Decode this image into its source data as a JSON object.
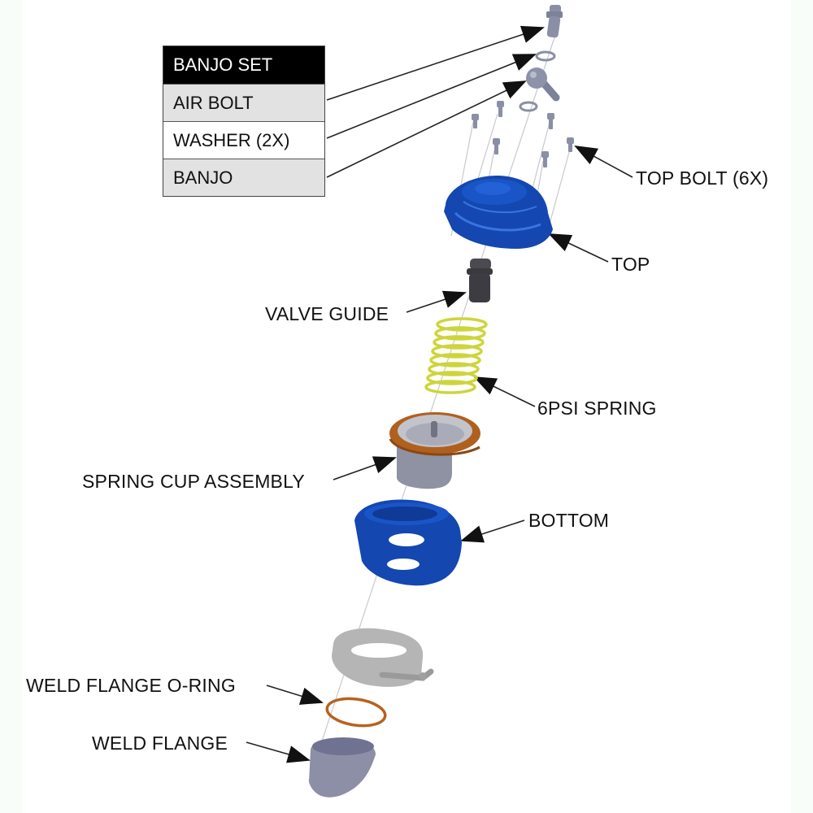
{
  "diagram": {
    "title": "Blow-off valve exploded view",
    "legend": {
      "header": "BANJO SET",
      "items": [
        {
          "label": "AIR BOLT"
        },
        {
          "label": "WASHER (2X)"
        },
        {
          "label": "BANJO"
        }
      ]
    },
    "callouts": {
      "top_bolt": "TOP BOLT (6X)",
      "top": "TOP",
      "valve_guide": "VALVE GUIDE",
      "spring": "6PSI SPRING",
      "spring_cup": "SPRING CUP ASSEMBLY",
      "bottom": "BOTTOM",
      "oring": "WELD FLANGE O-RING",
      "weld_flange": "WELD FLANGE"
    },
    "colors": {
      "housing_blue": "#1447b0",
      "spring_yellow": "#d4dc3a",
      "copper": "#b8621e",
      "steel_gray": "#8a8fa6",
      "dark_gray": "#3a3a3e",
      "clamp_silver": "#b5b5b5"
    }
  }
}
